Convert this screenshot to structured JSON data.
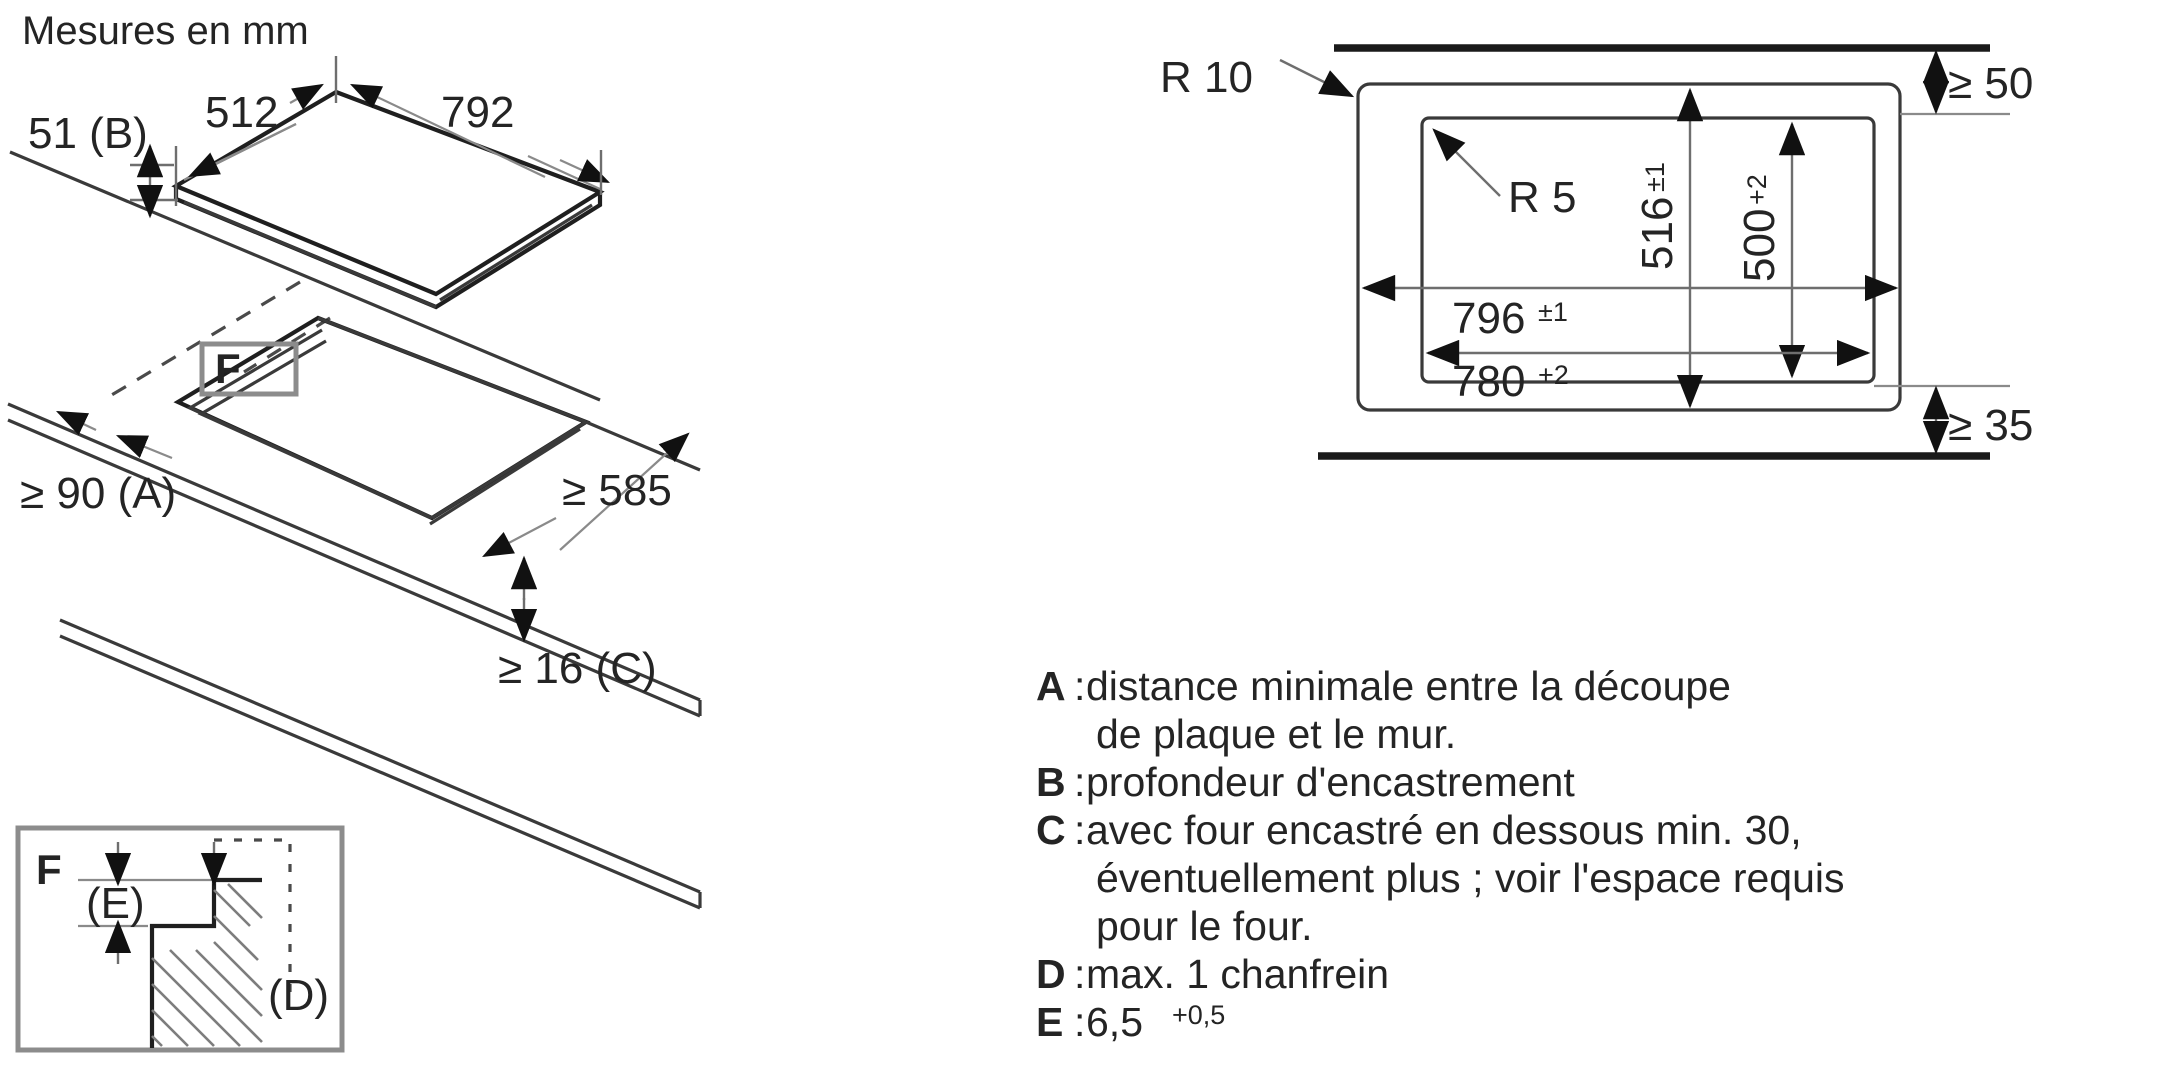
{
  "header": {
    "units_note": "Mesures en mm"
  },
  "hob_view": {
    "dim_depth_b": "51 (B)",
    "dim_width_512": "512",
    "dim_width_792": "792",
    "dim_wall_a": "≥ 90 (A)",
    "dim_worktop_585": "≥ 585",
    "dim_thickness_c": "≥ 16 (C)",
    "detail_callout": "F"
  },
  "detail_f": {
    "label": "F",
    "dim_e": "(E)",
    "dim_d": "(D)"
  },
  "cutout_view": {
    "radius_outer": "R 10",
    "radius_inner": "R 5",
    "dim_top_gap": "≥ 50",
    "dim_bottom_gap": "≥ 35",
    "dim_height_516": "516",
    "dim_height_516_tol": "±1",
    "dim_height_500": "500",
    "dim_height_500_tol": "+2",
    "dim_width_796": "796",
    "dim_width_796_tol": "±1",
    "dim_width_780": "780",
    "dim_width_780_tol": "+2"
  },
  "legend": {
    "items": [
      {
        "key": "A",
        "sep": ":",
        "lines": [
          "distance minimale entre la découpe",
          "de plaque et le mur."
        ]
      },
      {
        "key": "B",
        "sep": ":",
        "lines": [
          "profondeur d'encastrement"
        ]
      },
      {
        "key": "C",
        "sep": ":",
        "lines": [
          "avec four encastré en dessous min. 30,",
          "éventuellement plus ; voir l'espace requis",
          "pour le four."
        ]
      },
      {
        "key": "D",
        "sep": ":",
        "lines": [
          "max. 1 chanfrein"
        ]
      },
      {
        "key": "E",
        "sep": ":",
        "lines": [
          "6,5"
        ],
        "sup": "+0,5"
      }
    ]
  },
  "colors": {
    "ink": "#1a1a1a",
    "line": "#3a3a3a",
    "thin_line": "#8a8a8a",
    "frame": "#8c8c8c",
    "background": "#ffffff"
  }
}
